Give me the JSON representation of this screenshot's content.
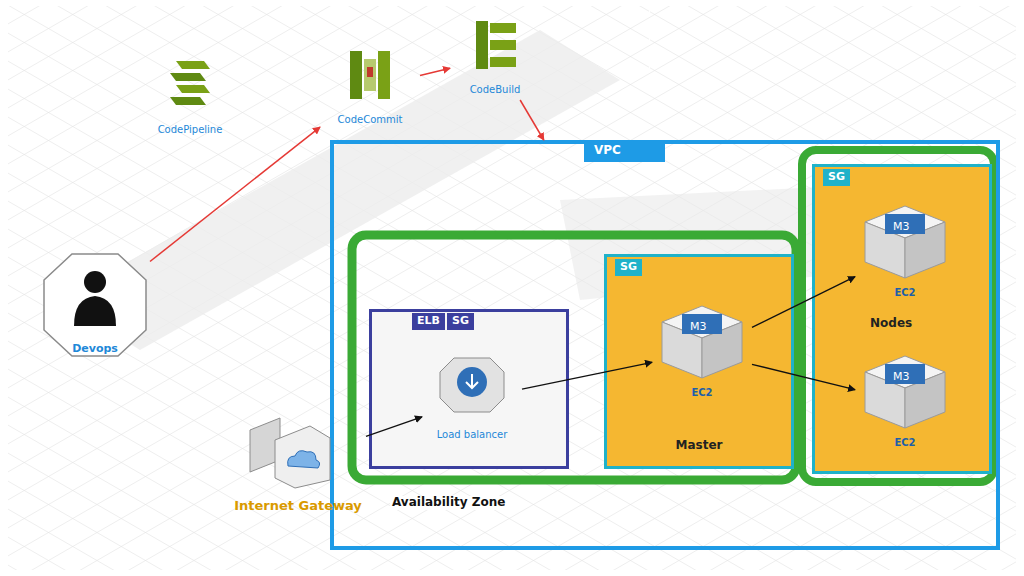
{
  "diagram": {
    "nodes": [
      {
        "text": [
          "Devops"
        ]
      },
      {
        "text": [
          "CodePipeline"
        ]
      },
      {
        "text": [
          "CodeCommit"
        ]
      },
      {
        "text": [
          "CodeBuild"
        ]
      },
      {
        "text": [
          "VPC"
        ]
      },
      {
        "text": [
          "ELB",
          "SG"
        ],
        "in": 4
      },
      {
        "text": [
          "Load balancer"
        ],
        "in": 5
      },
      {
        "text": [
          "SG",
          "Master"
        ],
        "in": 4
      },
      {
        "text": [
          "M3",
          "EC2"
        ],
        "in": 7
      },
      {
        "text": [
          "SG",
          "Nodes"
        ],
        "in": 4
      },
      {
        "text": [
          "M3",
          "EC2"
        ],
        "in": 9
      },
      {
        "text": [
          "M3",
          "EC2"
        ],
        "in": 9
      },
      {
        "text": [
          "Internet Gateway"
        ]
      }
    ],
    "edges": [
      {
        "from": 0,
        "to": 2,
        "arrow": "to"
      },
      {
        "from": 2,
        "to": 3,
        "arrow": "to"
      },
      {
        "from": 3,
        "to": 4,
        "arrow": "to"
      },
      {
        "from": 12,
        "to": 6,
        "arrow": "to"
      },
      {
        "from": 6,
        "to": 8,
        "arrow": "to"
      },
      {
        "from": 8,
        "to": 10,
        "arrow": "to"
      },
      {
        "from": 8,
        "to": 11,
        "arrow": "to"
      }
    ],
    "labels": [
      "Availability Zone"
    ]
  }
}
